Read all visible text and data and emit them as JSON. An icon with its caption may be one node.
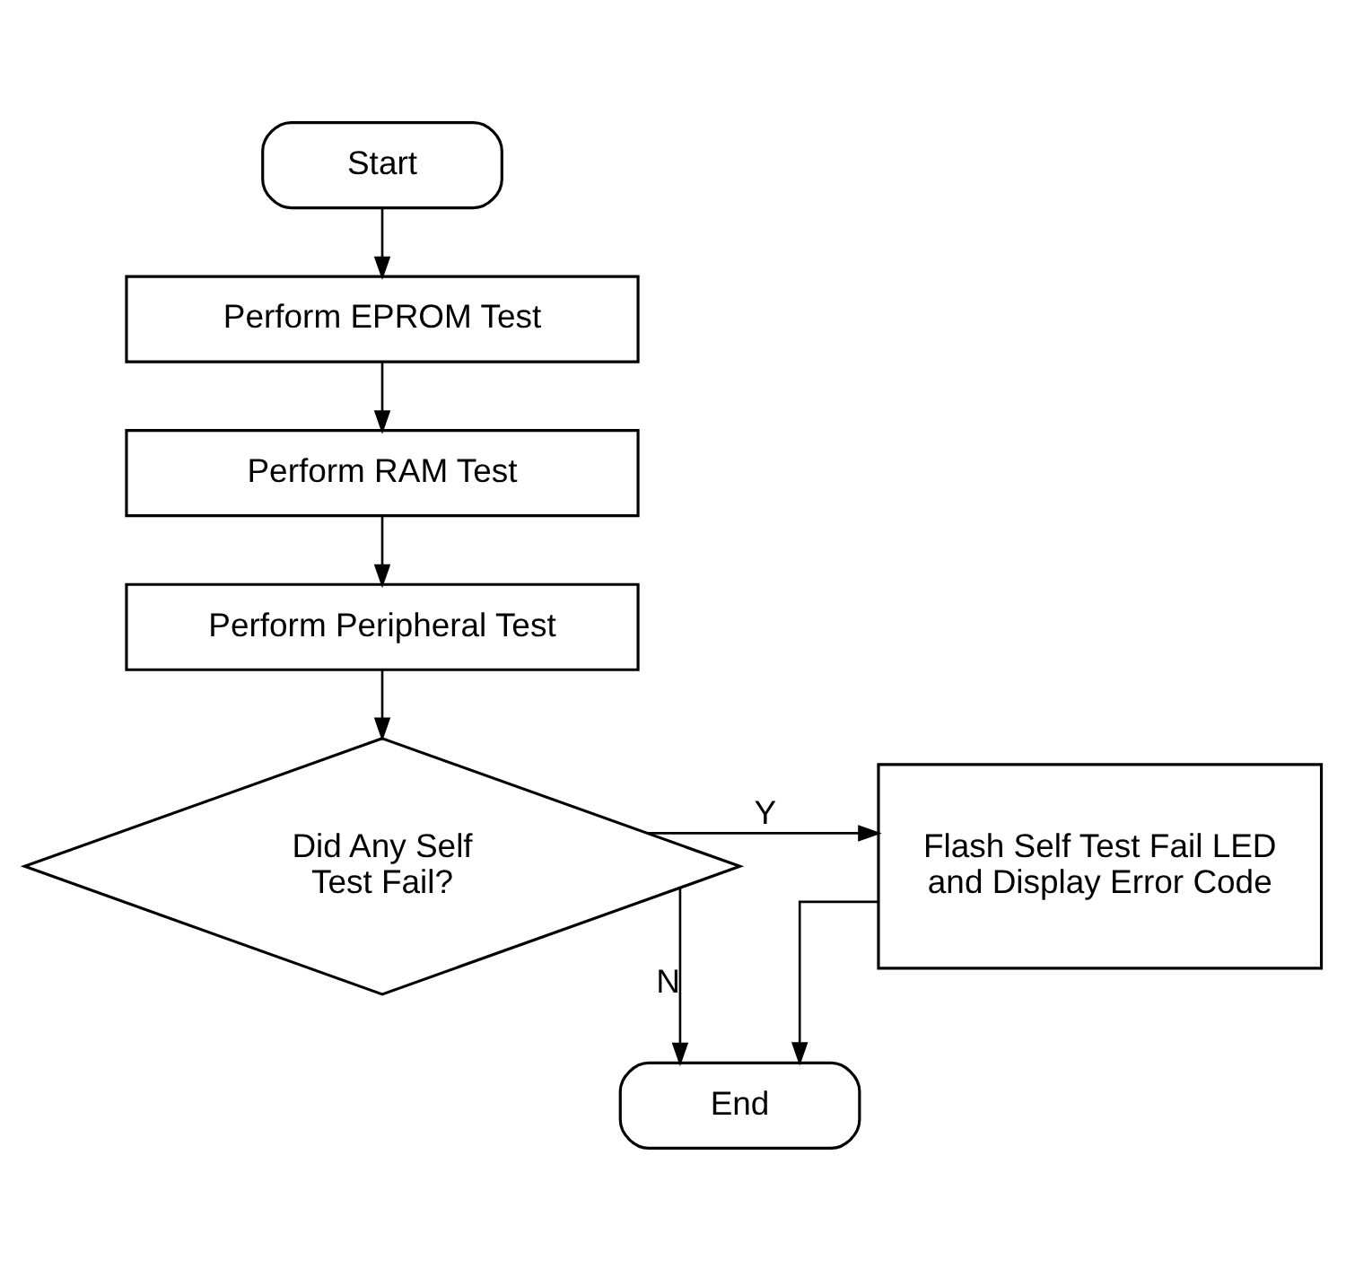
{
  "diagram": {
    "nodes": [
      {
        "text": [
          "Start"
        ]
      },
      {
        "text": [
          "Perform EPROM Test"
        ]
      },
      {
        "text": [
          "Perform RAM Test"
        ]
      },
      {
        "text": [
          "Perform Peripheral Test"
        ]
      },
      {
        "text": [
          "Did Any Self Test Fail?"
        ]
      },
      {
        "text": [
          "Flash Self Test Fail LED and Display Error Code"
        ]
      },
      {
        "text": [
          "End"
        ]
      }
    ],
    "edges": [
      {
        "from": 0,
        "to": 1,
        "arrow": "to"
      },
      {
        "from": 1,
        "to": 2,
        "arrow": "to"
      },
      {
        "from": 2,
        "to": 3,
        "arrow": "to"
      },
      {
        "from": 3,
        "to": 4,
        "arrow": "to"
      },
      {
        "from": 4,
        "to": 5,
        "arrow": "to",
        "label": "Y"
      },
      {
        "from": 4,
        "to": 6,
        "arrow": "to",
        "label": "N"
      },
      {
        "from": 5,
        "to": 6,
        "arrow": "to"
      }
    ]
  }
}
